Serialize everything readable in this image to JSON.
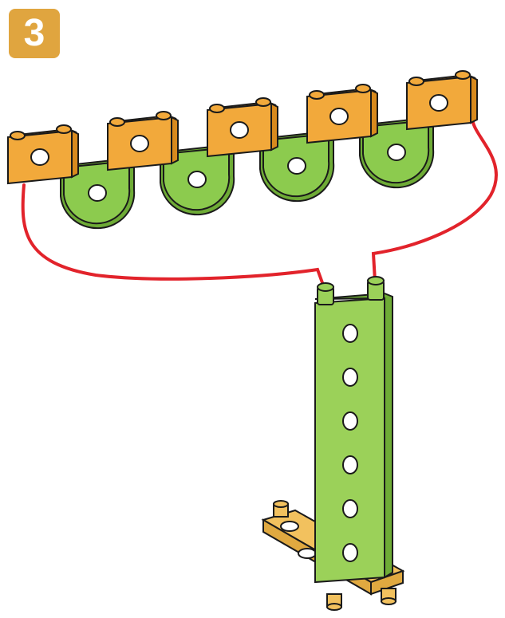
{
  "step": {
    "number": "3",
    "badge_color": "#E0A53F"
  },
  "parts": {
    "connector_color": "#F2A93B",
    "connector_shade": "#D88A1E",
    "bracket_color": "#8CCB4E",
    "bracket_shade": "#6EAB36",
    "post_color": "#9BD159",
    "base_color": "#F2C15E",
    "wire_color": "#E2232B",
    "outline_color": "#1a1a1a"
  },
  "assembly": {
    "connector_count": 5,
    "bracket_count": 4,
    "post_hole_count": 6,
    "wire_count": 2
  }
}
